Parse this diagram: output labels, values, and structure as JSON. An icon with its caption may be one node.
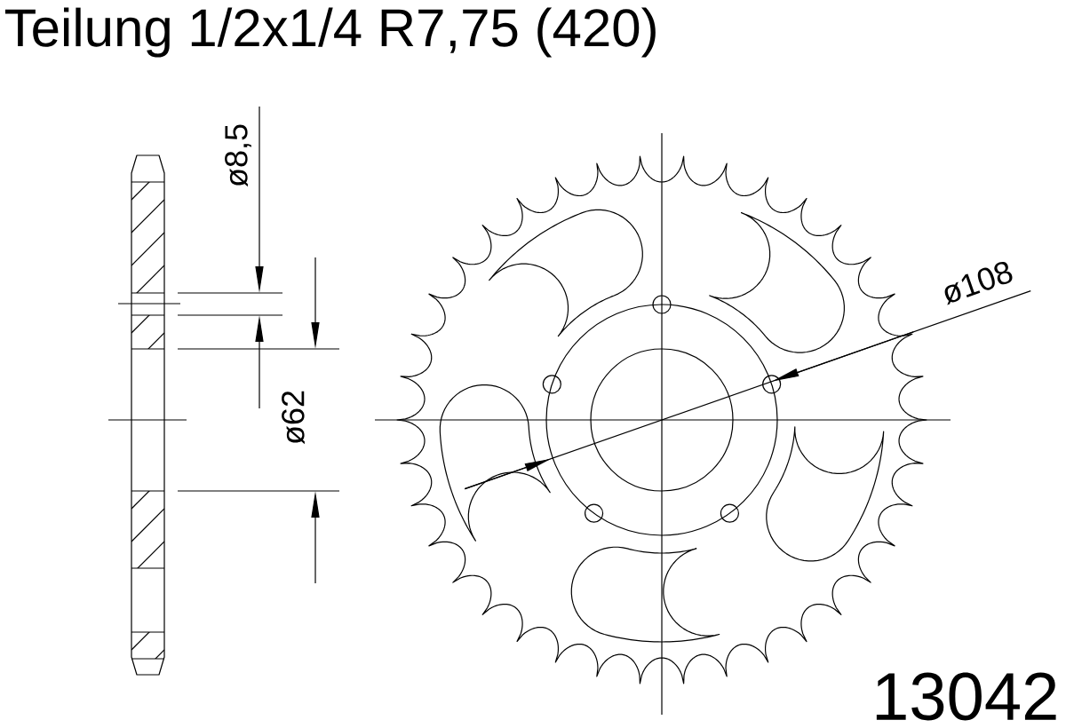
{
  "diagram": {
    "title": "Teilung 1/2x1/4 R7,75 (420)",
    "labels": [
      "ø8,5",
      "ø62",
      "ø108",
      "13042"
    ]
  }
}
